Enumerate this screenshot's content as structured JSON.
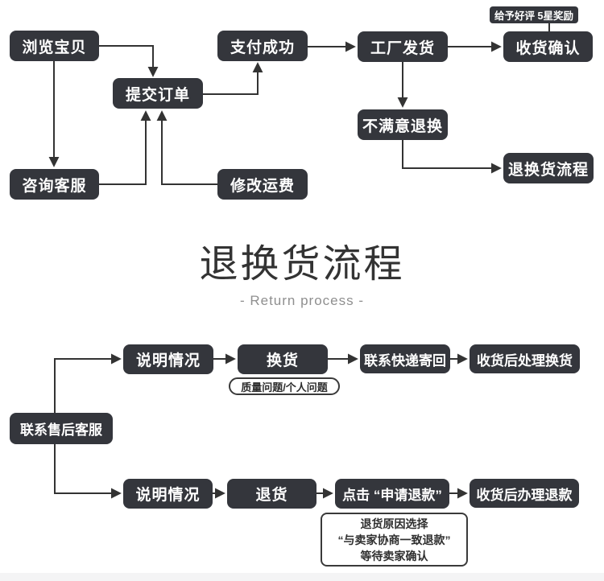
{
  "colors": {
    "node_bg": "#34363c",
    "node_text": "#ffffff",
    "line": "#333333",
    "note_border": "#3a3a3a",
    "title_text": "#333333",
    "subtitle_text": "#8f8f8f",
    "footer_bar": "#f4f4f5"
  },
  "top_flow": {
    "browse": "浏览宝贝",
    "submit_order": "提交订单",
    "pay_success": "支付成功",
    "factory_ship": "工厂发货",
    "receive_confirm": "收货确认",
    "reward_tag": "给予好评 5星奖励",
    "consult_service": "咨询客服",
    "modify_freight": "修改运费",
    "unsatisfied_return": "不满意退换",
    "return_process_link": "退换货流程"
  },
  "section_header": {
    "title": "退换货流程",
    "subtitle": "- Return process -"
  },
  "return_flow": {
    "contact_after_sales": "联系售后客服",
    "explain_top": "说明情况",
    "exchange": "换货",
    "exchange_reason_tag": "质量问题/个人问题",
    "courier_send_back": "联系快递寄回",
    "process_exchange": "收货后处理换货",
    "explain_bottom": "说明情况",
    "return_goods": "退货",
    "click_apply_refund": "点击 “申请退款”",
    "process_refund": "收货后办理退款",
    "refund_note": {
      "line1": "退货原因选择",
      "line2": "“与卖家协商一致退款”",
      "line3": "等待卖家确认"
    }
  }
}
